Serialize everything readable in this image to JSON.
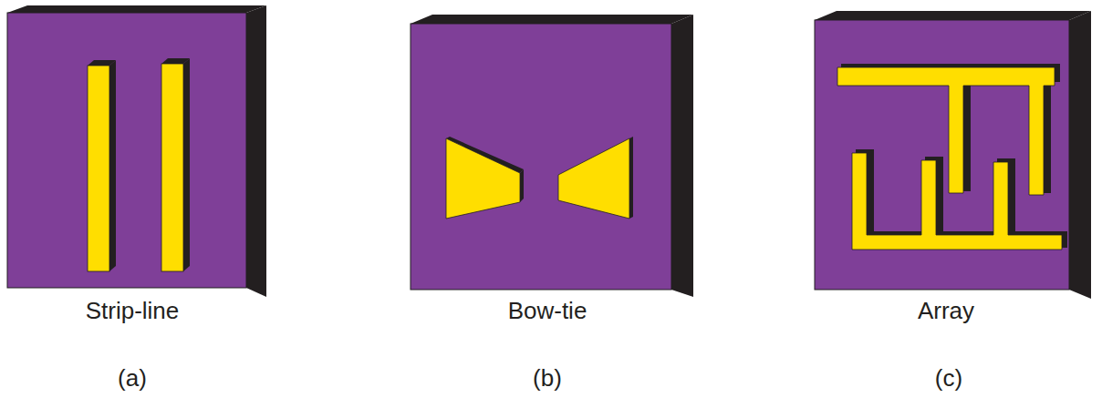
{
  "diagram": {
    "labels": [
      "Strip-line",
      "(a)",
      "Bow-tie",
      "(b)",
      "Array",
      "(c)"
    ]
  }
}
